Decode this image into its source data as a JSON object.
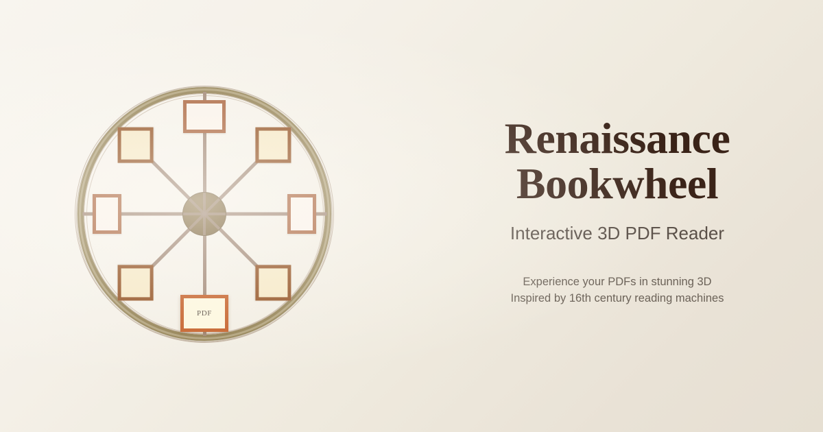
{
  "page": {
    "title": "Renaissance Bookwheel",
    "subtitle": "Interactive 3D PDF Reader",
    "taglines": [
      "Experience your PDFs in stunning 3D",
      "Inspired by 16th century reading machines"
    ]
  },
  "colors": {
    "background_start": "#f8f5ef",
    "background_end": "#e6dfd2",
    "title": "#3a2318",
    "subtitle": "#5a5048",
    "tagline": "#6b6258",
    "rim": "#8d7a4a",
    "spoke": "#9a7f6c",
    "hub": "#7a6134",
    "shelf_border_cardinal": "#a55a31",
    "shelf_fill_cardinal": "#faf2ea",
    "shelf_border_diagonal": "#8b4513",
    "shelf_fill_diagonal": "#f5e7c3",
    "shelf_border_active": "#c1561b",
    "shelf_fill_active": "#fdf7dd"
  },
  "bookwheel": {
    "name": "bookwheel-diagram",
    "spoke_count": 8,
    "hub_spoke_count": 4,
    "shelves": [
      {
        "position": "top",
        "angle": 0,
        "orientation": "landscape",
        "width": 62,
        "height": 48,
        "distance": 142,
        "active": false,
        "label": ""
      },
      {
        "position": "top-right",
        "angle": 45,
        "orientation": "diamond",
        "width": 52,
        "height": 52,
        "distance": 142,
        "active": false,
        "label": ""
      },
      {
        "position": "right",
        "angle": 90,
        "orientation": "portrait",
        "width": 42,
        "height": 58,
        "distance": 142,
        "active": false,
        "label": ""
      },
      {
        "position": "bottom-right",
        "angle": 135,
        "orientation": "diamond",
        "width": 52,
        "height": 52,
        "distance": 142,
        "active": false,
        "label": ""
      },
      {
        "position": "bottom",
        "angle": 180,
        "orientation": "landscape",
        "width": 70,
        "height": 54,
        "distance": 145,
        "active": true,
        "label": "PDF"
      },
      {
        "position": "bottom-left",
        "angle": 225,
        "orientation": "diamond",
        "width": 52,
        "height": 52,
        "distance": 142,
        "active": false,
        "label": ""
      },
      {
        "position": "left",
        "angle": 270,
        "orientation": "portrait",
        "width": 42,
        "height": 58,
        "distance": 142,
        "active": false,
        "label": ""
      },
      {
        "position": "top-left",
        "angle": 315,
        "orientation": "diamond",
        "width": 52,
        "height": 52,
        "distance": 142,
        "active": false,
        "label": ""
      }
    ]
  }
}
